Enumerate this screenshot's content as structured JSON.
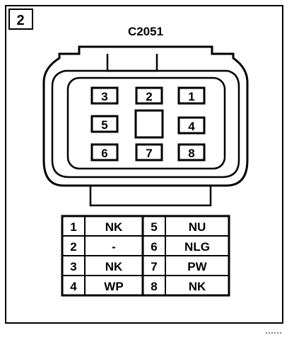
{
  "figure": {
    "number": "2",
    "connector_id": "C2051"
  },
  "cavities": [
    {
      "label": "3"
    },
    {
      "label": "2"
    },
    {
      "label": "1"
    },
    {
      "label": "5"
    },
    {
      "label": "4"
    },
    {
      "label": "6"
    },
    {
      "label": "7"
    },
    {
      "label": "8"
    }
  ],
  "pin_table": {
    "rows": [
      {
        "left_pin": "1",
        "left_color": "NK",
        "right_pin": "5",
        "right_color": "NU"
      },
      {
        "left_pin": "2",
        "left_color": "-",
        "right_pin": "6",
        "right_color": "NLG"
      },
      {
        "left_pin": "3",
        "left_color": "NK",
        "right_pin": "7",
        "right_color": "PW"
      },
      {
        "left_pin": "4",
        "left_color": "WP",
        "right_pin": "8",
        "right_color": "NK"
      }
    ]
  }
}
